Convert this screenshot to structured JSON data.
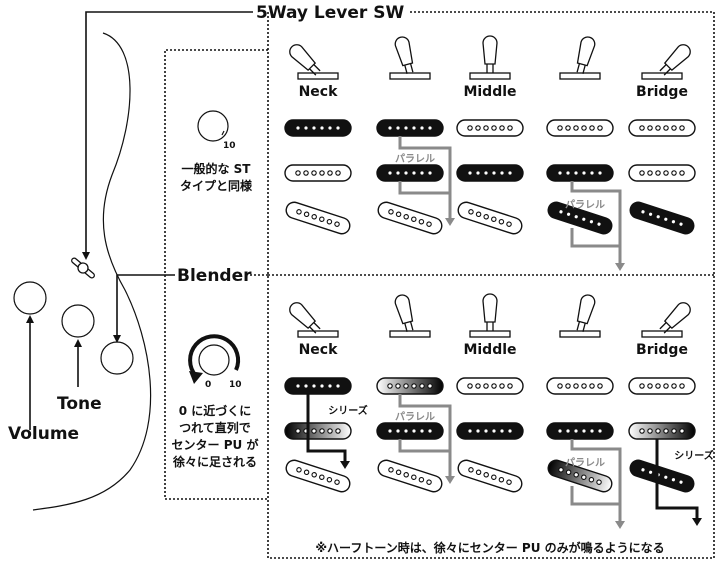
{
  "title": "5Way Lever SW",
  "controls": {
    "volume": "Volume",
    "tone": "Tone",
    "blender": "Blender"
  },
  "positions": [
    "Neck",
    "",
    "Middle",
    "",
    "Bridge"
  ],
  "lever_angles_deg": [
    -45,
    -15,
    0,
    15,
    45
  ],
  "top_section": {
    "knob_label": "10",
    "description": [
      "一般的な ST",
      "タイプと同様"
    ],
    "parallel_label": "パラレル",
    "pickup_states": [
      [
        "on",
        "off",
        "off"
      ],
      [
        "on",
        "on",
        "off"
      ],
      [
        "off",
        "on",
        "off"
      ],
      [
        "off",
        "on",
        "on"
      ],
      [
        "off",
        "off",
        "on"
      ]
    ],
    "parallel_columns": [
      1,
      3
    ]
  },
  "bottom_section": {
    "knob_labels": [
      "0",
      "10"
    ],
    "description": [
      "0 に近づくに",
      "つれて直列で",
      "センター PU が",
      "徐々に足される"
    ],
    "series_label": "シリーズ",
    "parallel_label": "パラレル",
    "pickup_states": [
      [
        "on",
        "fade",
        "off"
      ],
      [
        "fade-rev",
        "on",
        "off"
      ],
      [
        "off",
        "on",
        "off"
      ],
      [
        "off",
        "on",
        "fade"
      ],
      [
        "off",
        "fade-rev",
        "on"
      ]
    ],
    "series_columns": [
      0,
      4
    ],
    "parallel_columns": [
      1,
      3
    ],
    "footnote": "※ハーフトーン時は、徐々にセンター PU のみが鳴るようになる"
  },
  "colors": {
    "ink": "#111111",
    "wire_gray": "#8a8a8a"
  }
}
